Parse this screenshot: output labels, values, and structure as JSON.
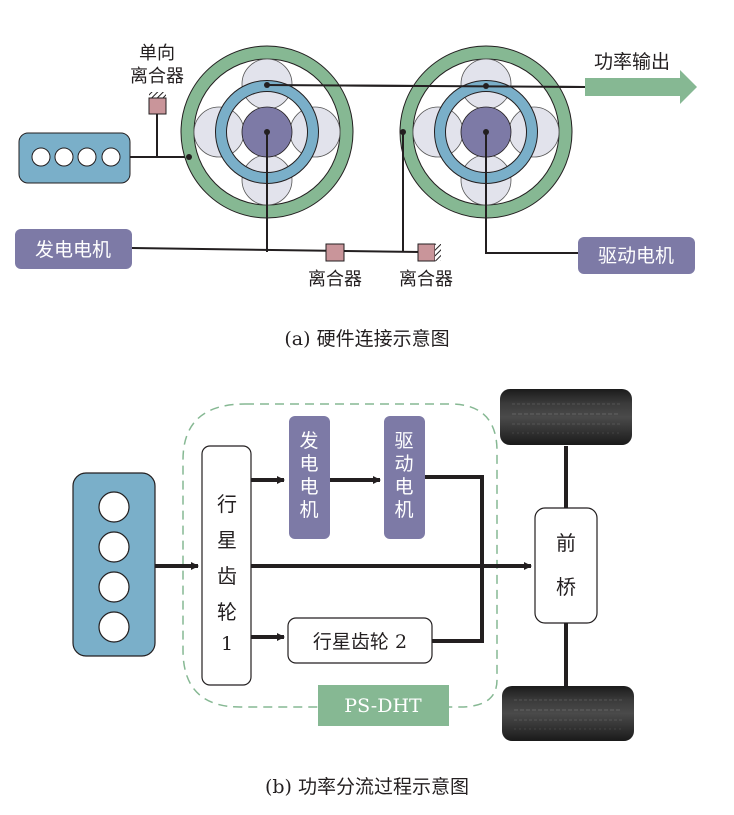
{
  "figure_a": {
    "caption": "(a)  硬件连接示意图",
    "labels": {
      "one_way_clutch_line1": "单向",
      "one_way_clutch_line2": "离合器",
      "power_output": "功率输出",
      "generator": "发电电机",
      "drive_motor": "驱动电机",
      "clutch_1": "离合器",
      "clutch_2": "离合器"
    },
    "engine_cylinders": 4
  },
  "figure_b": {
    "caption": "(b)  功率分流过程示意图",
    "labels": {
      "planetary_gear_1": [
        "行",
        "星",
        "齿",
        "轮",
        "1"
      ],
      "generator": [
        "发",
        "电",
        "电",
        "机"
      ],
      "drive_motor": [
        "驱",
        "动",
        "电",
        "机"
      ],
      "planetary_gear_2": "行星齿轮 2",
      "front_axle": [
        "前",
        "桥"
      ],
      "ps_dht": "PS-DHT"
    },
    "engine_cylinders": 4
  },
  "colors": {
    "ring_gear": "#86b893",
    "carrier_ring": "#7aafc9",
    "sun_gear": "#7d7aa6",
    "planet_gear": "#e2e3ec",
    "engine": "#7aafc9",
    "motor_box": "#7d7aa6",
    "clutch": "#c9959a",
    "arrow_green": "#86b893",
    "dashed_boundary": "#86b893",
    "line": "#231f20"
  }
}
